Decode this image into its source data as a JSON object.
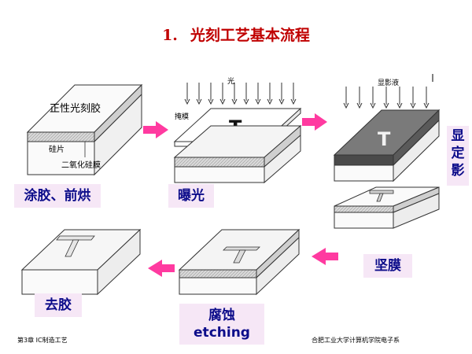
{
  "title": {
    "number": "1.",
    "text": "光刻工艺基本流程"
  },
  "callouts": {
    "photoresist": "正性光刻胶",
    "silicon": "硅片",
    "oxide": "二氧化硅膜",
    "light": "光",
    "mask": "掩模",
    "developer": "显影液",
    "mask_letter": "T"
  },
  "steps": {
    "coat": "涂胶、前烘",
    "expose": "曝光",
    "develop": "显定影",
    "harden": "坚膜",
    "etch_cn": "腐蚀",
    "etch_en": "etching",
    "strip": "去胶"
  },
  "footer": {
    "left": "第3章  IC制造工艺",
    "right": "合肥工业大学计算机学院电子系"
  },
  "colors": {
    "title": "#c00000",
    "label_text": "#0c0c8a",
    "label_bg": "#f6e7f6",
    "arrow": "#ff3aa0"
  }
}
